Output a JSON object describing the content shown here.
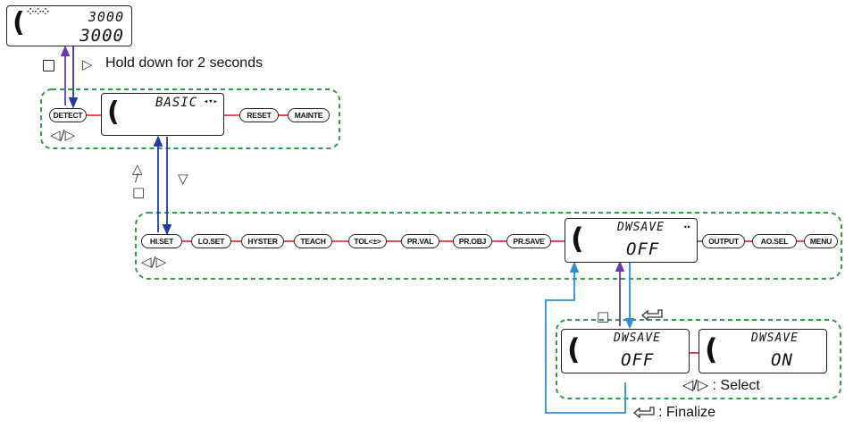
{
  "colors": {
    "group_border": "#2e9c46",
    "red_link": "#d62020",
    "purple": "#6a3aa8",
    "dark_blue": "#1f3c9e",
    "light_blue": "#2b8fd6"
  },
  "icons": {
    "square_key": "square-key-icon",
    "left_key": "left-triangle-key-icon",
    "right_key": "right-triangle-key-icon",
    "up_key": "up-triangle-key-icon",
    "down_key": "down-triangle-key-icon",
    "enter_key": "enter-key-icon"
  },
  "run_display": {
    "line1": "3000",
    "line2": "3000"
  },
  "hold_text": "Hold down for 2 seconds",
  "top_row": {
    "left_pills": [
      "DETECT"
    ],
    "display_text": "BASIC",
    "right_pills": [
      "RESET",
      "MAINTE"
    ],
    "nav_keys": "◁/▷"
  },
  "updown_keys": {
    "up": "△",
    "slash": "/",
    "square": "□",
    "down": "▽"
  },
  "basic_row": {
    "pills": [
      "HI.SET",
      "LO.SET",
      "HYSTER",
      "TEACH",
      "TOL<±>",
      "PR.VAL",
      "PR.OBJ",
      "PR.SAVE"
    ],
    "display_line1": "DWSAVE",
    "display_line2": "OFF",
    "after_pills": [
      "OUTPUT",
      "AO.SEL",
      "MENU"
    ],
    "nav_keys": "◁/▷"
  },
  "mid_keys": {
    "square": "□"
  },
  "select_row": {
    "display1_line1": "DWSAVE",
    "display1_line2": "OFF",
    "display2_line1": "DWSAVE",
    "display2_line2": "ON",
    "select_text": "◁/▷ : Select"
  },
  "finalize_text": ": Finalize"
}
